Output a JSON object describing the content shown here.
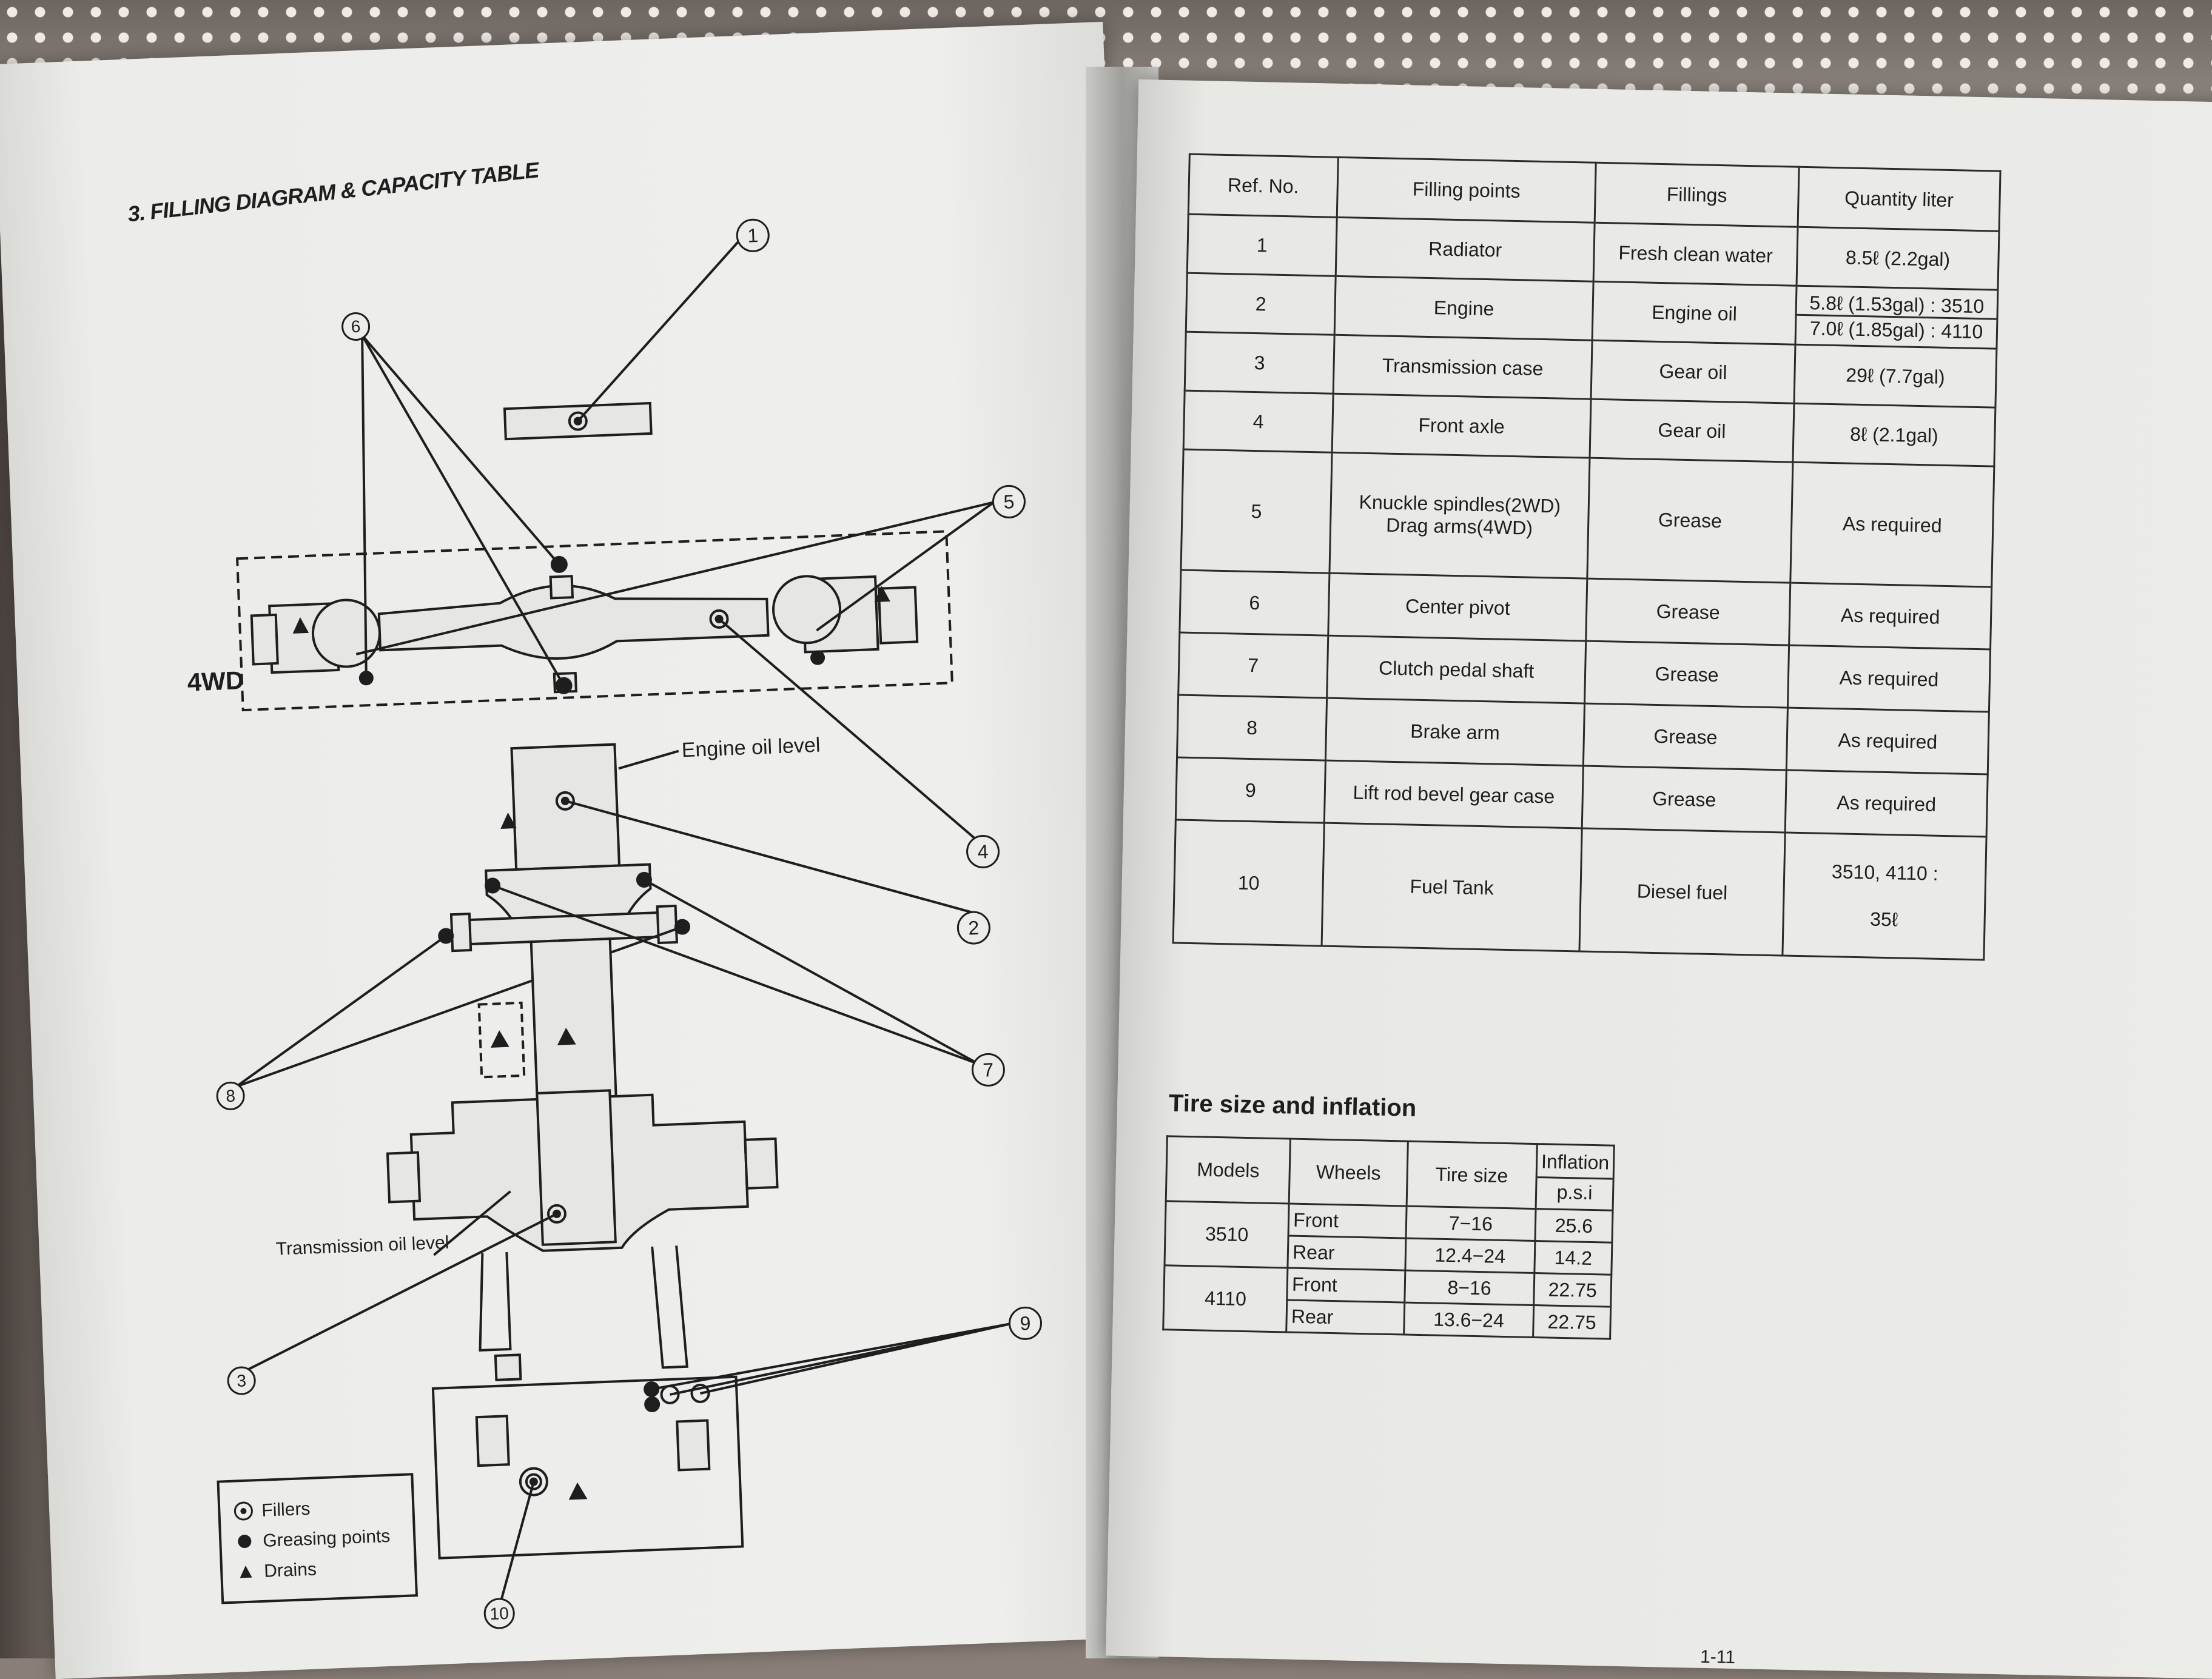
{
  "left_page": {
    "section_title": "3. FILLING DIAGRAM & CAPACITY TABLE",
    "diagram": {
      "axle_label": "4WD",
      "engine_oil_label": "Engine oil level",
      "transmission_oil_label": "Transmission oil level",
      "callouts": [
        "1",
        "2",
        "3",
        "4",
        "5",
        "6",
        "7",
        "8",
        "9",
        "10"
      ],
      "legend": [
        {
          "icon": "filler-icon",
          "label": "Fillers"
        },
        {
          "icon": "greasing-point-icon",
          "label": "Greasing points"
        },
        {
          "icon": "drain-icon",
          "label": "Drains"
        }
      ]
    }
  },
  "right_page": {
    "capacity_table": {
      "headers": [
        "Ref. No.",
        "Filling points",
        "Fillings",
        "Quantity liter"
      ],
      "rows": [
        {
          "ref": "1",
          "point": "Radiator",
          "filling": "Fresh clean water",
          "quantity": [
            "8.5ℓ (2.2gal)"
          ]
        },
        {
          "ref": "2",
          "point": "Engine",
          "filling": "Engine oil",
          "quantity": [
            "5.8ℓ (1.53gal) : 3510",
            "7.0ℓ (1.85gal) : 4110"
          ]
        },
        {
          "ref": "3",
          "point": "Transmission case",
          "filling": "Gear oil",
          "quantity": [
            "29ℓ (7.7gal)"
          ]
        },
        {
          "ref": "4",
          "point": "Front axle",
          "filling": "Gear oil",
          "quantity": [
            "8ℓ (2.1gal)"
          ]
        },
        {
          "ref": "5",
          "point": [
            "Knuckle spindles(2WD)",
            "Drag arms(4WD)"
          ],
          "filling": "Grease",
          "quantity": [
            "As required"
          ]
        },
        {
          "ref": "6",
          "point": "Center pivot",
          "filling": "Grease",
          "quantity": [
            "As required"
          ]
        },
        {
          "ref": "7",
          "point": "Clutch pedal shaft",
          "filling": "Grease",
          "quantity": [
            "As required"
          ]
        },
        {
          "ref": "8",
          "point": "Brake arm",
          "filling": "Grease",
          "quantity": [
            "As required"
          ]
        },
        {
          "ref": "9",
          "point": "Lift rod bevel gear case",
          "filling": "Grease",
          "quantity": [
            "As required"
          ]
        },
        {
          "ref": "10",
          "point": "Fuel Tank",
          "filling": "Diesel fuel",
          "quantity": [
            "3510, 4110 :",
            "35ℓ"
          ]
        }
      ]
    },
    "tire_section": {
      "title": "Tire size and inflation",
      "headers": [
        "Models",
        "Wheels",
        "Tire size",
        "Inflation",
        "p.s.i"
      ],
      "models": [
        {
          "model": "3510",
          "rows": [
            {
              "wheel": "Front",
              "size": "7−16",
              "psi": "25.6"
            },
            {
              "wheel": "Rear",
              "size": "12.4−24",
              "psi": "14.2"
            }
          ]
        },
        {
          "model": "4110",
          "rows": [
            {
              "wheel": "Front",
              "size": "8−16",
              "psi": "22.75"
            },
            {
              "wheel": "Rear",
              "size": "13.6−24",
              "psi": "22.75"
            }
          ]
        }
      ]
    },
    "page_number": "1-11"
  }
}
